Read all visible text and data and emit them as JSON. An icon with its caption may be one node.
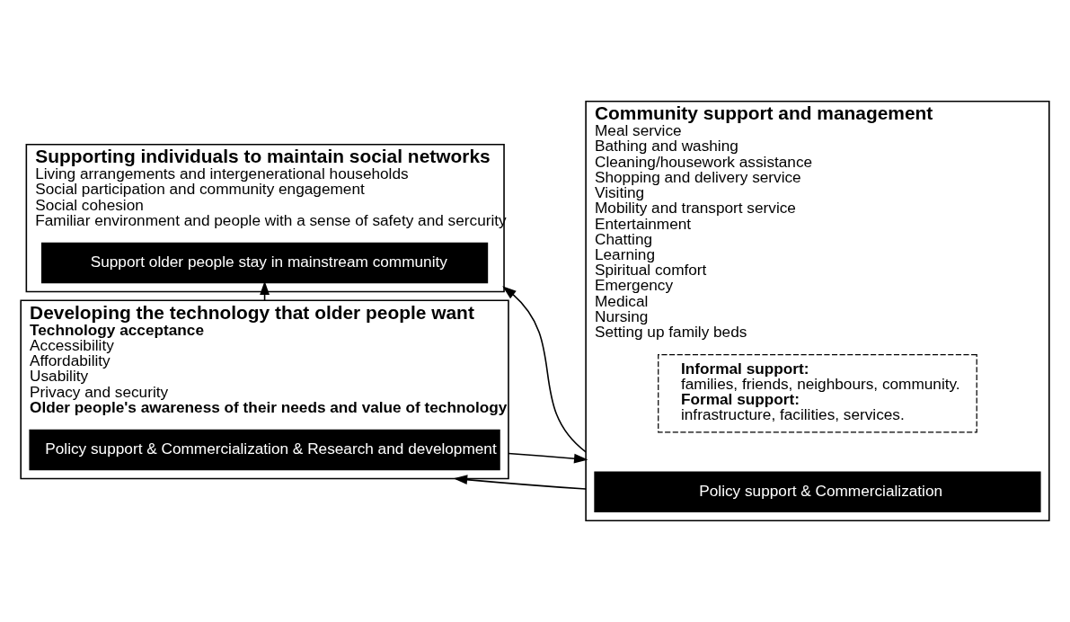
{
  "diagram": {
    "nodes": [
      {
        "text": [
          "Supporting individuals to maintain social networks",
          "Living arrangements and intergenerational households",
          "Social participation and community engagement",
          "Social cohesion",
          "Familiar environment and people with a sense of safety and sercurity"
        ]
      },
      {
        "text": [
          "Support older people stay in mainstream community"
        ],
        "in": 0
      },
      {
        "text": [
          "Developing the technology that older people want",
          "Technology acceptance",
          "Accessibility",
          "Affordability",
          "Usability",
          "Privacy and security",
          "Older people's awareness of their needs and value of technology"
        ]
      },
      {
        "text": [
          "Policy support & Commercialization & Research and development"
        ],
        "in": 2
      },
      {
        "text": [
          "Community support and management",
          "Meal service",
          "Bathing and washing",
          "Cleaning/housework assistance",
          "Shopping and delivery service",
          "Visiting",
          "Mobility and transport service",
          "Entertainment",
          "Chatting",
          "Learning",
          "Spiritual comfort",
          "Emergency",
          "Medical",
          "Nursing",
          "Setting up family beds"
        ]
      },
      {
        "text": [
          "Informal support:",
          "families, friends, neighbours, community.",
          "Formal support:",
          "infrastructure, facilities, services."
        ],
        "in": 4
      },
      {
        "text": [
          "Policy support & Commercialization"
        ],
        "in": 4
      }
    ],
    "edges": [
      {
        "from": 4,
        "to": 0,
        "arrow": "to"
      },
      {
        "from": 2,
        "to": 1,
        "arrow": "to"
      },
      {
        "from": 2,
        "to": 4,
        "arrow": "to"
      },
      {
        "from": 4,
        "to": 2,
        "arrow": "to"
      }
    ]
  }
}
